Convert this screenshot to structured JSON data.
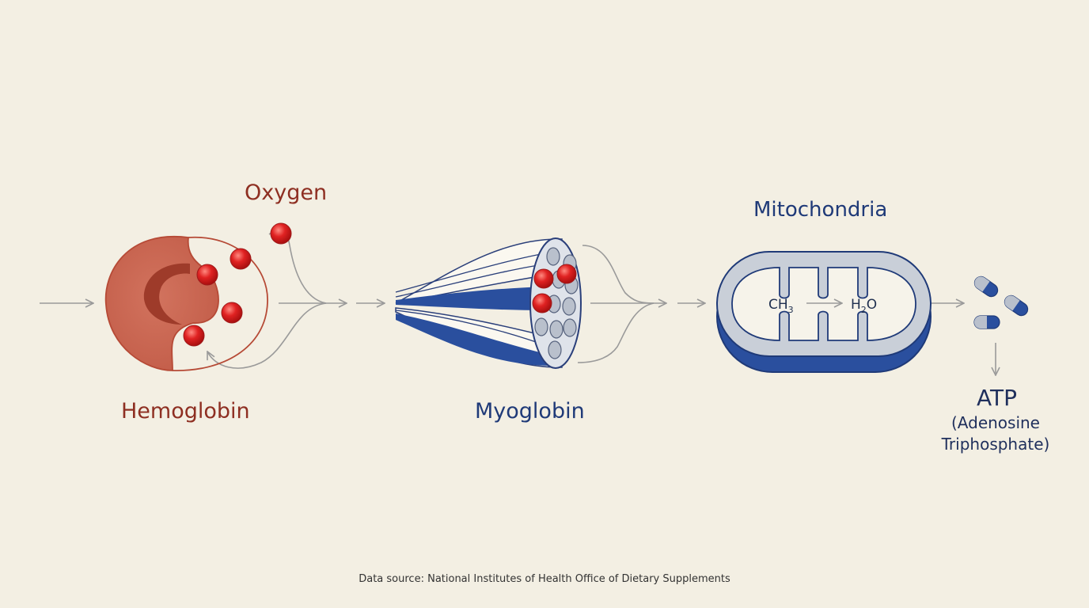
{
  "labels": {
    "oxygen": "Oxygen",
    "hemoglobin": "Hemoglobin",
    "myoglobin": "Myoglobin",
    "mitochondria": "Mitochondria",
    "atp": "ATP",
    "atp_full": "(Adenosine Triphosphate)"
  },
  "reaction": {
    "reactant": "CH",
    "reactant_sub": "3",
    "product_h": "H",
    "product_sub": "2",
    "product_o": "O"
  },
  "source": "Data source: National Institutes of Health Office of Dietary Supplements",
  "colors": {
    "background": "#f3efe3",
    "hemoglobin_red": "#c9604a",
    "oxygen_red": "#d81e1e",
    "myoglobin_blue": "#2a4f9e",
    "arrow_gray": "#9a9a9a"
  },
  "icons": [
    "arrow-icon",
    "oxygen-molecule-icon",
    "atp-capsule-icon"
  ]
}
